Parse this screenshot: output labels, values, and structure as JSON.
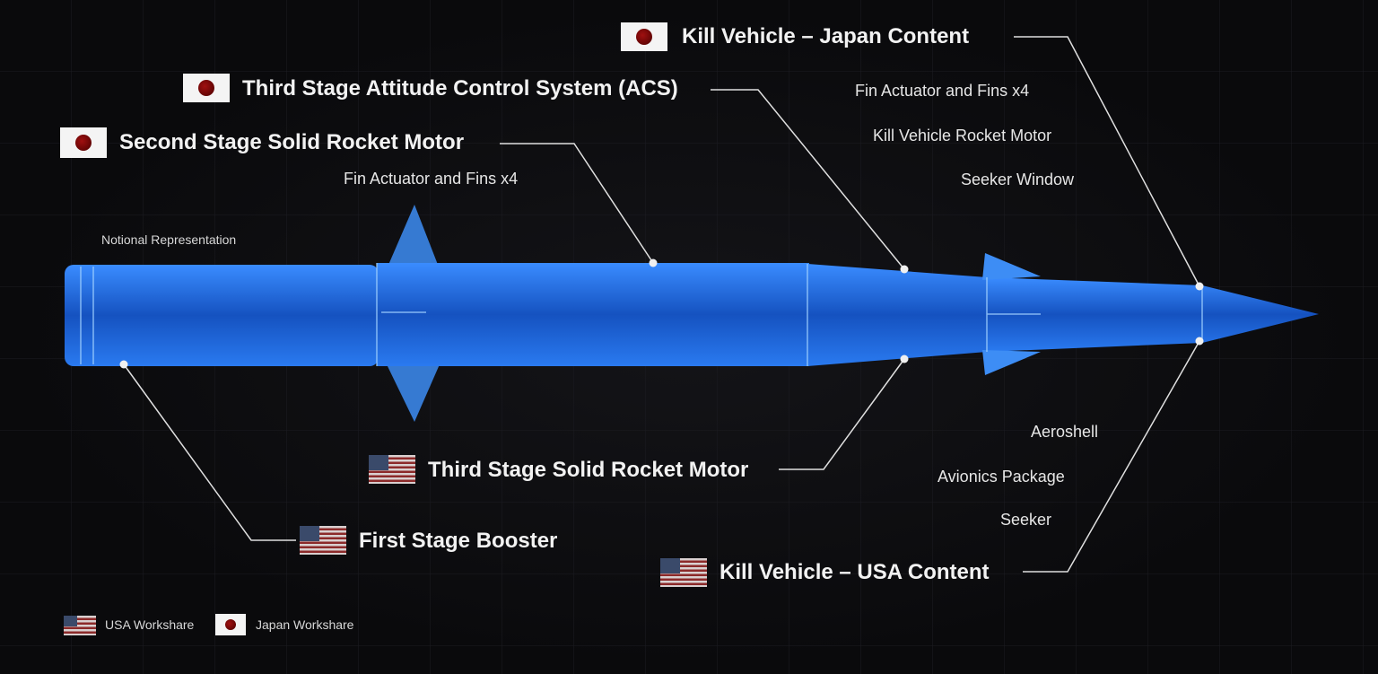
{
  "title_note": "Notional Representation",
  "callouts": {
    "kv_japan": "Kill Vehicle – Japan Content",
    "third_acs": "Third Stage Attitude Control System (ACS)",
    "second_srm": "Second Stage Solid Rocket Motor",
    "third_srm": "Third Stage Solid Rocket Motor",
    "first_booster": "First Stage Booster",
    "kv_usa": "Kill Vehicle – USA Content"
  },
  "sublabels": {
    "fin_actuator_2nd": "Fin Actuator and Fins x4",
    "kv_fin_actuator": "Fin Actuator and Fins x4",
    "kv_rocket_motor": "Kill Vehicle Rocket Motor",
    "seeker_window": "Seeker Window",
    "aeroshell": "Aeroshell",
    "avionics": "Avionics Package",
    "seeker": "Seeker"
  },
  "legend": {
    "usa": "USA Workshare",
    "japan": "Japan Workshare"
  },
  "colors": {
    "missile": "#1f6fe0",
    "background": "#0b0b0d"
  }
}
